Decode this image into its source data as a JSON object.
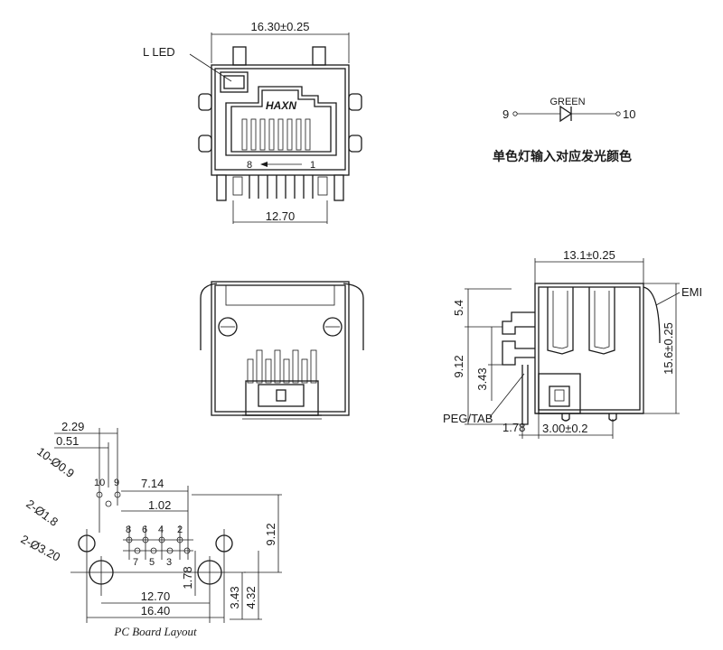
{
  "top_view": {
    "width_dim": "16.30±0.25",
    "led_label": "L LED",
    "brand": "HAXN",
    "pin8": "8",
    "pin1": "1",
    "pitch_dim": "12.70"
  },
  "led_schematic": {
    "color_label": "GREEN",
    "pin_a": "9",
    "pin_b": "10",
    "note": "单色灯输入对应发光颜色"
  },
  "side_view": {
    "depth_dim": "13.1±0.25",
    "emi_label": "EMI",
    "dim_5_4": "5.4",
    "dim_9_12": "9.12",
    "dim_3_43": "3.43",
    "dim_height": "15.6±0.25",
    "peg_label": "PEG/TAB",
    "dim_1_78": "1.78",
    "dim_3_00": "3.00±0.2"
  },
  "pcb_layout": {
    "dim_2_29": "2.29",
    "dim_0_51": "0.51",
    "holes_10": "10-Ø0.9",
    "pin10": "10",
    "pin9": "9",
    "dim_7_14": "7.14",
    "dim_1_02": "1.02",
    "holes_2_18": "2-Ø1.8",
    "holes_2_320": "2-Ø3.20",
    "pin8": "8",
    "pin6": "6",
    "pin4": "4",
    "pin2": "2",
    "pin7": "7",
    "pin5": "5",
    "pin3": "3",
    "dim_9_12": "9.12",
    "dim_1_78": "1.78",
    "dim_12_70": "12.70",
    "dim_3_43": "3.43",
    "dim_4_32": "4.32",
    "dim_16_40": "16.40",
    "title": "PC Board Layout"
  }
}
